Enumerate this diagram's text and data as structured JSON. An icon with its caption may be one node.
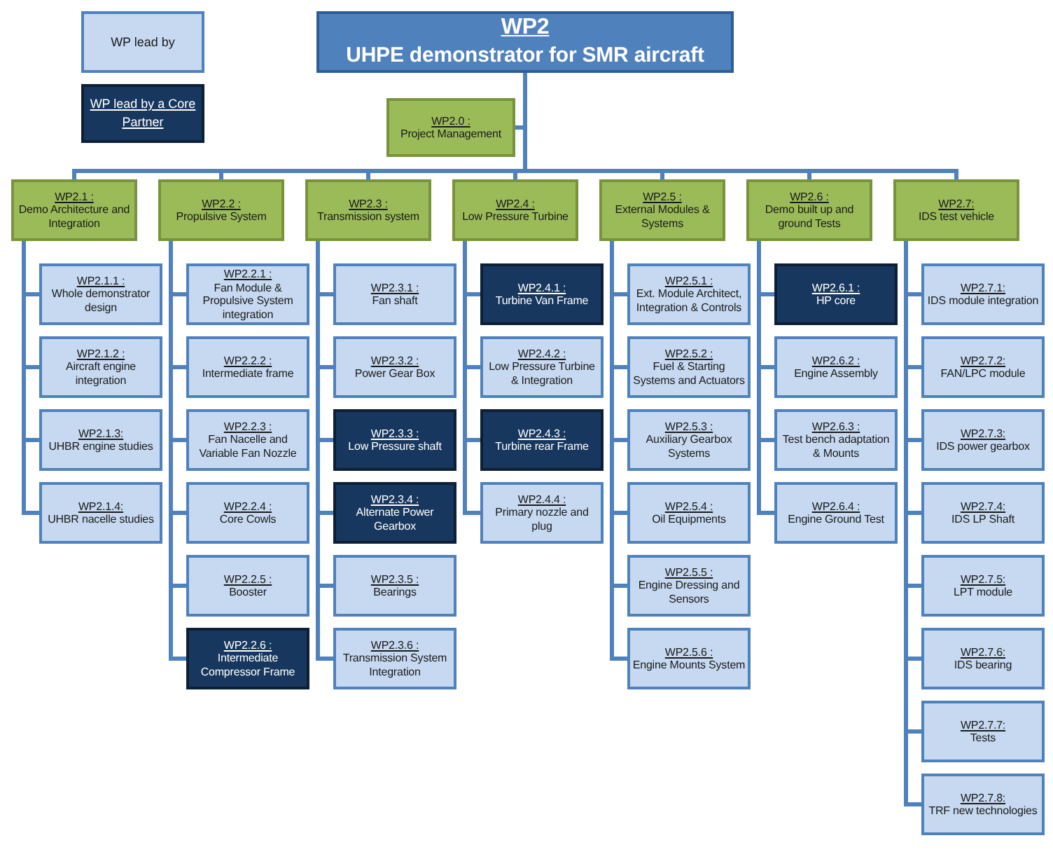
{
  "diagram": {
    "nodes": [
      {
        "text": [
          "WP2",
          "UHPE demonstrator for SMR aircraft"
        ]
      },
      {
        "text": [
          "WP2.0 :",
          "Project Management"
        ]
      },
      {
        "text": [
          "WP2.1 :",
          "Demo Architecture and Integration"
        ]
      },
      {
        "text": [
          "WP2.1.1 :",
          "Whole demonstrator design"
        ]
      },
      {
        "text": [
          "WP2.1.2 :",
          "Aircraft engine integration"
        ]
      },
      {
        "text": [
          "WP2.1.3:",
          "UHBR engine studies"
        ]
      },
      {
        "text": [
          "WP2.1.4:",
          "UHBR nacelle studies"
        ]
      },
      {
        "text": [
          "WP2.2 :",
          "Propulsive System"
        ]
      },
      {
        "text": [
          "WP2.2.1 :",
          "Fan Module & Propulsive System integration"
        ]
      },
      {
        "text": [
          "WP2.2.2 :",
          "Intermediate frame"
        ]
      },
      {
        "text": [
          "WP2.2.3 :",
          "Fan Nacelle and Variable Fan Nozzle"
        ]
      },
      {
        "text": [
          "WP2.2.4 :",
          "Core Cowls"
        ]
      },
      {
        "text": [
          "WP2.2.5 :",
          "Booster"
        ]
      },
      {
        "text": [
          "WP2.2.6 :",
          "Intermediate Compressor Frame"
        ]
      },
      {
        "text": [
          "WP2.3 :",
          "Transmission system"
        ]
      },
      {
        "text": [
          "WP2.3.1 :",
          "Fan shaft"
        ]
      },
      {
        "text": [
          "WP2.3.2 :",
          "Power Gear Box"
        ]
      },
      {
        "text": [
          "WP2.3.3 :",
          "Low Pressure shaft"
        ]
      },
      {
        "text": [
          "WP2.3.4 :",
          "Alternate Power Gearbox"
        ]
      },
      {
        "text": [
          "WP2.3.5 :",
          "Bearings"
        ]
      },
      {
        "text": [
          "WP2.3.6 :",
          "Transmission System Integration"
        ]
      },
      {
        "text": [
          "WP2.4 :",
          "Low Pressure Turbine"
        ]
      },
      {
        "text": [
          "WP2.4.1 :",
          "Turbine Van Frame"
        ]
      },
      {
        "text": [
          "WP2.4.2 :",
          "Low Pressure Turbine & Integration"
        ]
      },
      {
        "text": [
          "WP2.4.3 :",
          "Turbine rear Frame"
        ]
      },
      {
        "text": [
          "WP2.4.4 :",
          "Primary nozzle and plug"
        ]
      },
      {
        "text": [
          "WP2.5 :",
          "External Modules & Systems"
        ]
      },
      {
        "text": [
          "WP2.5.1 :",
          "Ext. Module Architect, Integration & Controls"
        ]
      },
      {
        "text": [
          "WP2.5.2 :",
          "Fuel & Starting Systems and Actuators"
        ]
      },
      {
        "text": [
          "WP2.5.3 :",
          "Auxiliary Gearbox Systems"
        ]
      },
      {
        "text": [
          "WP2.5.4 :",
          "Oil Equipments"
        ]
      },
      {
        "text": [
          "WP2.5.5 :",
          "Engine Dressing and Sensors"
        ]
      },
      {
        "text": [
          "WP2.5.6 :",
          "Engine Mounts System"
        ]
      },
      {
        "text": [
          "WP2.6 :",
          "Demo built up and ground Tests"
        ]
      },
      {
        "text": [
          "WP2.6.1 :",
          "HP core"
        ]
      },
      {
        "text": [
          "WP2.6.2 :",
          "Engine Assembly"
        ]
      },
      {
        "text": [
          "WP2.6.3 :",
          "Test bench adaptation & Mounts"
        ]
      },
      {
        "text": [
          "WP2.6.4 :",
          "Engine Ground Test"
        ]
      },
      {
        "text": [
          "WP2.7:",
          "IDS test vehicle"
        ]
      },
      {
        "text": [
          "WP2.7.1:",
          "IDS module integration"
        ]
      },
      {
        "text": [
          "WP2.7.2:",
          "FAN/LPC module"
        ]
      },
      {
        "text": [
          "WP2.7.3:",
          "IDS power gearbox"
        ]
      },
      {
        "text": [
          "WP2.7.4:",
          "IDS LP Shaft"
        ]
      },
      {
        "text": [
          "WP2.7.5:",
          "LPT module"
        ]
      },
      {
        "text": [
          "WP2.7.6:",
          "IDS bearing"
        ]
      },
      {
        "text": [
          "WP2.7.7:",
          "Tests"
        ]
      },
      {
        "text": [
          "WP2.7.8:",
          "TRF new technologies"
        ]
      }
    ],
    "edges": [
      {
        "from": 0,
        "to": 1,
        "arrow": "none"
      },
      {
        "from": 0,
        "to": 2,
        "arrow": "none"
      },
      {
        "from": 2,
        "to": 3,
        "arrow": "none"
      },
      {
        "from": 2,
        "to": 4,
        "arrow": "none"
      },
      {
        "from": 2,
        "to": 5,
        "arrow": "none"
      },
      {
        "from": 2,
        "to": 6,
        "arrow": "none"
      },
      {
        "from": 0,
        "to": 7,
        "arrow": "none"
      },
      {
        "from": 7,
        "to": 8,
        "arrow": "none"
      },
      {
        "from": 7,
        "to": 9,
        "arrow": "none"
      },
      {
        "from": 7,
        "to": 10,
        "arrow": "none"
      },
      {
        "from": 7,
        "to": 11,
        "arrow": "none"
      },
      {
        "from": 7,
        "to": 12,
        "arrow": "none"
      },
      {
        "from": 7,
        "to": 13,
        "arrow": "none"
      },
      {
        "from": 0,
        "to": 14,
        "arrow": "none"
      },
      {
        "from": 14,
        "to": 15,
        "arrow": "none"
      },
      {
        "from": 14,
        "to": 16,
        "arrow": "none"
      },
      {
        "from": 14,
        "to": 17,
        "arrow": "none"
      },
      {
        "from": 14,
        "to": 18,
        "arrow": "none"
      },
      {
        "from": 14,
        "to": 19,
        "arrow": "none"
      },
      {
        "from": 14,
        "to": 20,
        "arrow": "none"
      },
      {
        "from": 0,
        "to": 21,
        "arrow": "none"
      },
      {
        "from": 21,
        "to": 22,
        "arrow": "none"
      },
      {
        "from": 21,
        "to": 23,
        "arrow": "none"
      },
      {
        "from": 21,
        "to": 24,
        "arrow": "none"
      },
      {
        "from": 21,
        "to": 25,
        "arrow": "none"
      },
      {
        "from": 0,
        "to": 26,
        "arrow": "none"
      },
      {
        "from": 26,
        "to": 27,
        "arrow": "none"
      },
      {
        "from": 26,
        "to": 28,
        "arrow": "none"
      },
      {
        "from": 26,
        "to": 29,
        "arrow": "none"
      },
      {
        "from": 26,
        "to": 30,
        "arrow": "none"
      },
      {
        "from": 26,
        "to": 31,
        "arrow": "none"
      },
      {
        "from": 26,
        "to": 32,
        "arrow": "none"
      },
      {
        "from": 0,
        "to": 33,
        "arrow": "none"
      },
      {
        "from": 33,
        "to": 34,
        "arrow": "none"
      },
      {
        "from": 33,
        "to": 35,
        "arrow": "none"
      },
      {
        "from": 33,
        "to": 36,
        "arrow": "none"
      },
      {
        "from": 33,
        "to": 37,
        "arrow": "none"
      },
      {
        "from": 0,
        "to": 38,
        "arrow": "none"
      },
      {
        "from": 38,
        "to": 39,
        "arrow": "none"
      },
      {
        "from": 38,
        "to": 40,
        "arrow": "none"
      },
      {
        "from": 38,
        "to": 41,
        "arrow": "none"
      },
      {
        "from": 38,
        "to": 42,
        "arrow": "none"
      },
      {
        "from": 38,
        "to": 43,
        "arrow": "none"
      },
      {
        "from": 38,
        "to": 44,
        "arrow": "none"
      },
      {
        "from": 38,
        "to": 45,
        "arrow": "none"
      },
      {
        "from": 38,
        "to": 46,
        "arrow": "none"
      }
    ],
    "legend": [
      {
        "text": "WP lead by",
        "color": "#c6d9f1"
      },
      {
        "text": "WP lead by a Core Partner",
        "color": "#17375e"
      }
    ]
  }
}
